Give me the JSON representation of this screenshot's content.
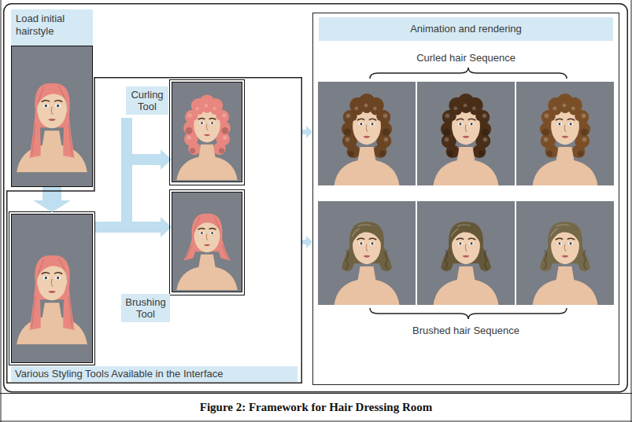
{
  "diagram": {
    "caption": "Figure 2: Framework for Hair Dressing Room",
    "nodes": [
      {
        "text": [
          "Load initial hairstyle"
        ]
      },
      {
        "text": [
          "Various Styling Tools Available in the Interface"
        ]
      },
      {
        "text": [
          "Curling Tool"
        ],
        "in": 1
      },
      {
        "text": [
          "Brushing Tool"
        ],
        "in": 1
      },
      {
        "text": [
          "Animation and rendering",
          "Curled hair Sequence",
          "Brushed hair Sequence"
        ]
      }
    ],
    "edges": [
      {
        "from": 0,
        "to": 1,
        "arrow": "to"
      },
      {
        "from": 1,
        "to": 4,
        "arrow": "to"
      },
      {
        "from": 1,
        "to": 4,
        "arrow": "to"
      }
    ]
  }
}
